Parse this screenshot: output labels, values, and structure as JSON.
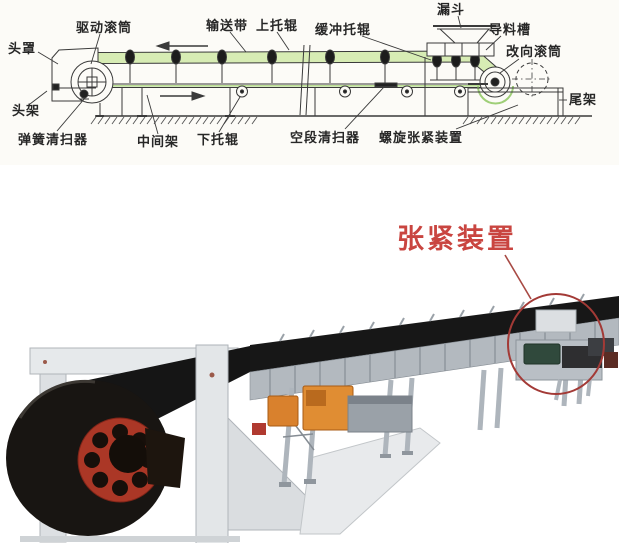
{
  "figure": {
    "subject": "belt-conveyor",
    "background": "#ffffff"
  },
  "diagram": {
    "labels": [
      {
        "id": "head-cover",
        "text": "头罩"
      },
      {
        "id": "drive-pulley",
        "text": "驱动滚筒"
      },
      {
        "id": "conveyor-belt",
        "text": "输送带"
      },
      {
        "id": "upper-idler",
        "text": "上托辊"
      },
      {
        "id": "buffer-idler",
        "text": "缓冲托辊"
      },
      {
        "id": "hopper",
        "text": "漏斗"
      },
      {
        "id": "guide-chute",
        "text": "导料槽"
      },
      {
        "id": "bend-pulley",
        "text": "改向滚筒"
      },
      {
        "id": "head-frame",
        "text": "头架"
      },
      {
        "id": "spring-cleaner",
        "text": "弹簧清扫器"
      },
      {
        "id": "middle-frame",
        "text": "中间架"
      },
      {
        "id": "lower-idler",
        "text": "下托辊"
      },
      {
        "id": "empty-section-cleaner",
        "text": "空段清扫器"
      },
      {
        "id": "screw-tensioner",
        "text": "螺旋张紧装置"
      },
      {
        "id": "tail-frame",
        "text": "尾架"
      }
    ],
    "colors": {
      "belt_green": "#d7ecb4",
      "line": "#3a3a3a"
    }
  },
  "photo": {
    "annotation_label": "张紧装置",
    "annotation_color": "#c94540",
    "colors": {
      "highlight_ellipse": "#a33a36",
      "pulley_disc_red": "#ab3726",
      "belt_black": "#171717",
      "truss_gray": "#b3b9bf",
      "frame_white": "#e3e6e8",
      "equipment_orange": "#e08d33",
      "motor_green": "#30493c"
    }
  }
}
